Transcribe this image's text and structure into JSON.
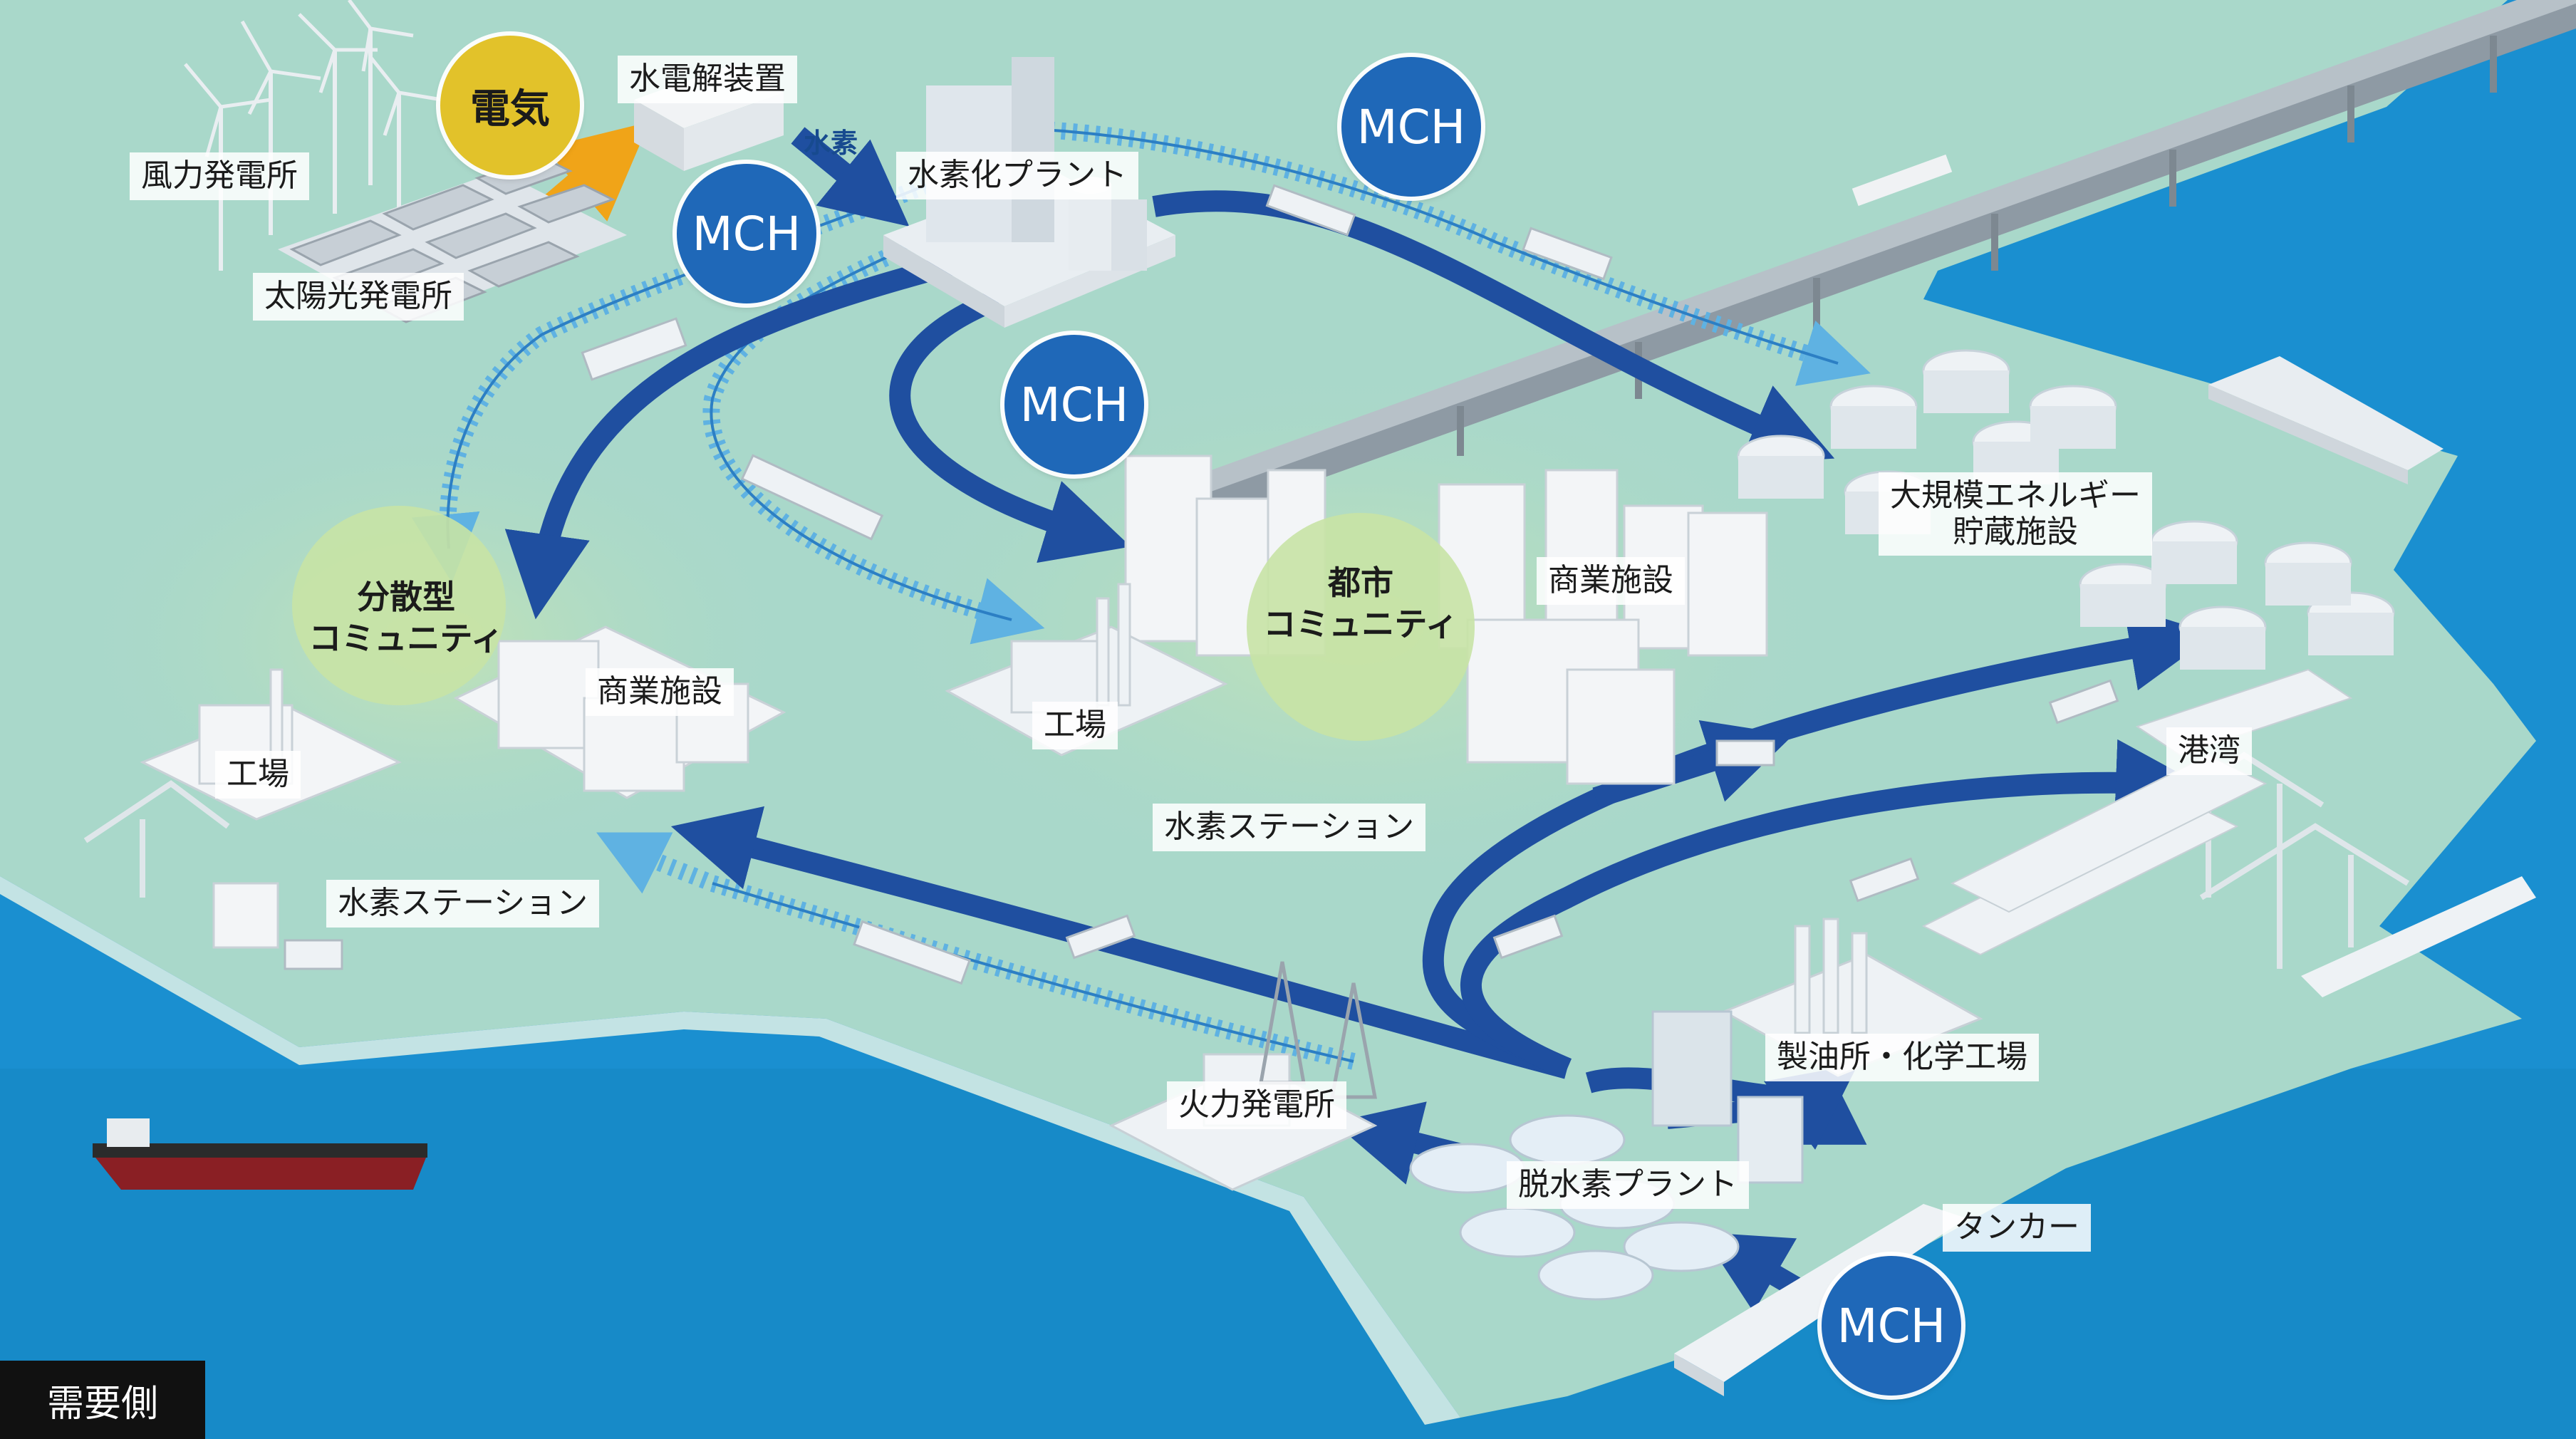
{
  "colors": {
    "sea": "#1a8fd0",
    "land": "#a9d8ca",
    "arrow_dark": "#1f4fa0",
    "arrow_light": "#5fb2e2",
    "mch_badge": "#1f68b8",
    "electricity_badge": "#e2c22a",
    "community_circle": "#c8e3a5",
    "building": "#f1f3f5"
  },
  "labels": {
    "wind_power": "風力発電所",
    "solar_power": "太陽光発電所",
    "electrolyzer": "水電解装置",
    "hydrogenation_plant": "水素化プラント",
    "storage": "大規模エネルギー\n貯蔵施設",
    "commercial_left": "商業施設",
    "commercial_right": "商業施設",
    "factory_left": "工場",
    "factory_center": "工場",
    "h2_station_left": "水素ステーション",
    "h2_station_center": "水素ステーション",
    "port": "港湾",
    "refinery": "製油所・化学工場",
    "thermal_power": "火力発電所",
    "dehydrogenation_plant": "脱水素プラント",
    "tanker": "タンカー"
  },
  "communities": {
    "distributed": "分散型\nコミュニティ",
    "urban": "都市\nコミュニティ"
  },
  "badges": {
    "electricity": "電気",
    "mch_1": "MCH",
    "mch_2": "MCH",
    "mch_3": "MCH",
    "mch_4": "MCH"
  },
  "hydrogen_label": "水素",
  "demand_side": "需要側"
}
